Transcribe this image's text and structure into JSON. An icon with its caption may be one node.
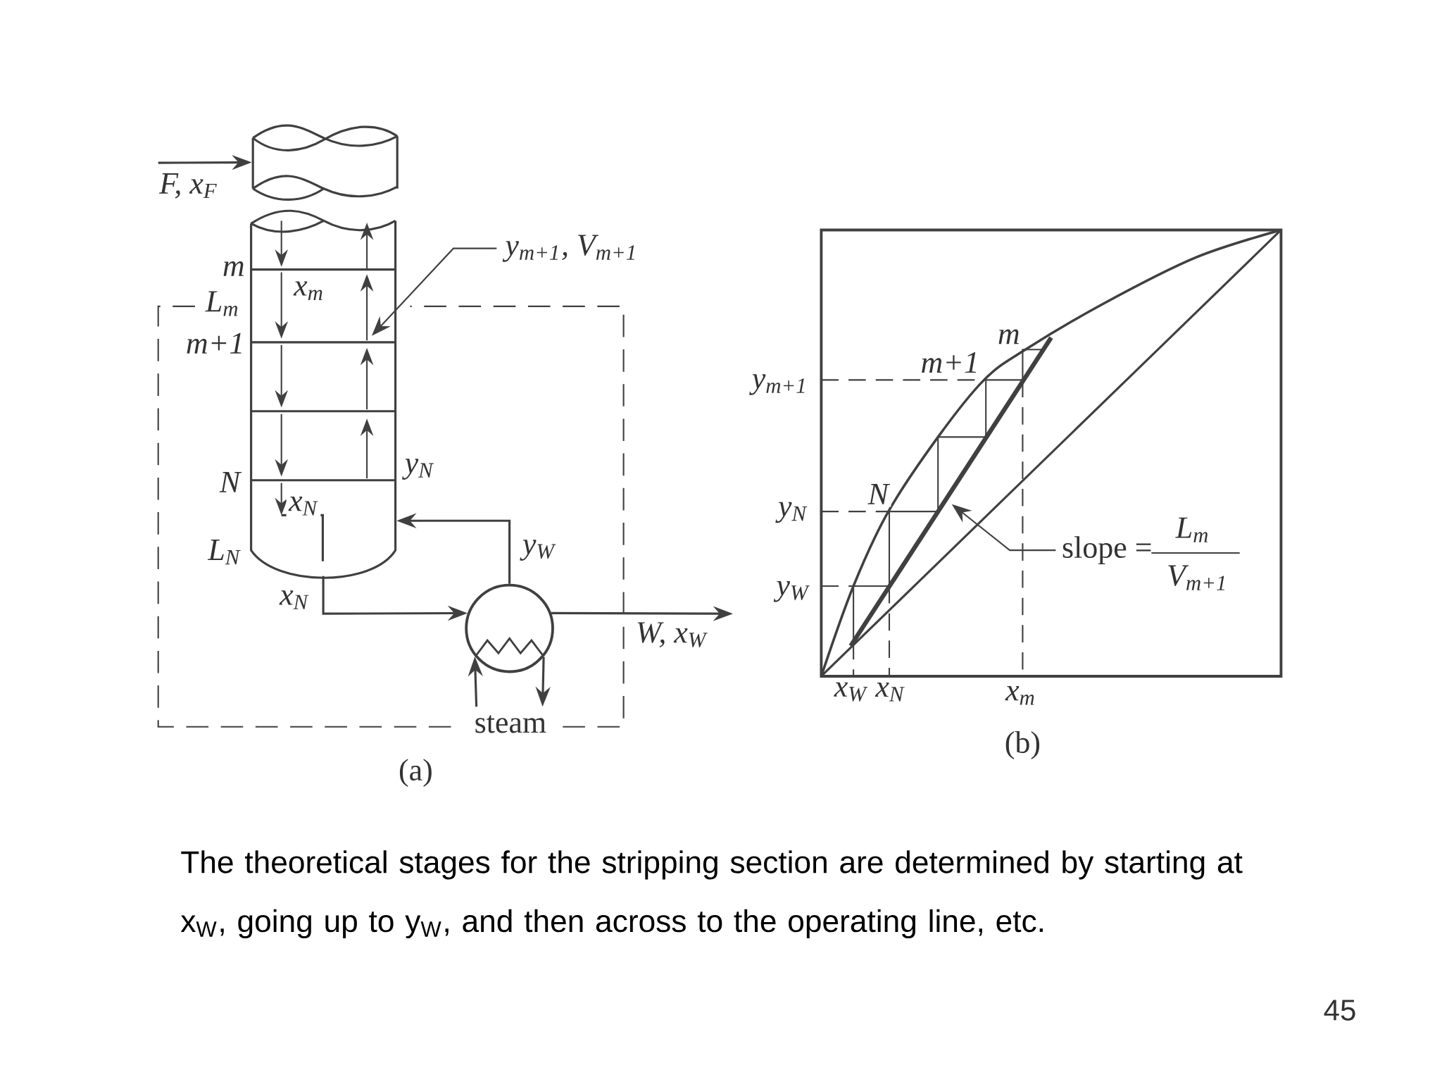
{
  "diagram": {
    "caption": "The theoretical stages for the stripping section are determined by starting at x$_{W}$, going up to y$_{W}$, and then across to the operating line, etc.",
    "nodes": [
      {
        "text": [],
        "shape": "cylinder"
      },
      {
        "text": [],
        "shape": "cylinder"
      },
      {
        "text": [],
        "shape": "circle"
      },
      {
        "text": [
          "y$_{m+1}$, V$_{m+1}$"
        ]
      },
      {
        "text": [
          "slope =",
          "L$_{m}$",
          "V$_{m+1}$"
        ]
      },
      {
        "text": [
          "steam"
        ]
      }
    ],
    "edges": [
      {
        "from": null,
        "to": 0,
        "arrow": "to",
        "label": "F, x$_{F}$"
      },
      {
        "from": 1,
        "to": 2,
        "arrow": "to",
        "label": "x$_{N}$"
      },
      {
        "from": 2,
        "to": 1,
        "arrow": "to",
        "label": "y$_{W}$"
      },
      {
        "from": 2,
        "to": null,
        "arrow": "to",
        "label": "W, x$_{W}$"
      },
      {
        "from": 5,
        "to": 2,
        "arrow": "to"
      },
      {
        "from": 2,
        "to": 5,
        "arrow": "to"
      },
      {
        "from": 3,
        "to": 1,
        "arrow": "to"
      },
      {
        "from": 4,
        "to": null,
        "arrow": "to"
      }
    ],
    "labels": [
      "m",
      "L$_{m}$",
      "x$_{m}$",
      "m+1",
      "y$_{N}$",
      "N",
      "x$_{N}$",
      "L$_{N}$",
      "(a)",
      "m",
      "m+1",
      "y$_{m+1}$",
      "N",
      "y$_{N}$",
      "y$_{W}$",
      "x$_{W}$",
      "x$_{N}$",
      "x$_{m}$",
      "(b)",
      "45"
    ]
  }
}
